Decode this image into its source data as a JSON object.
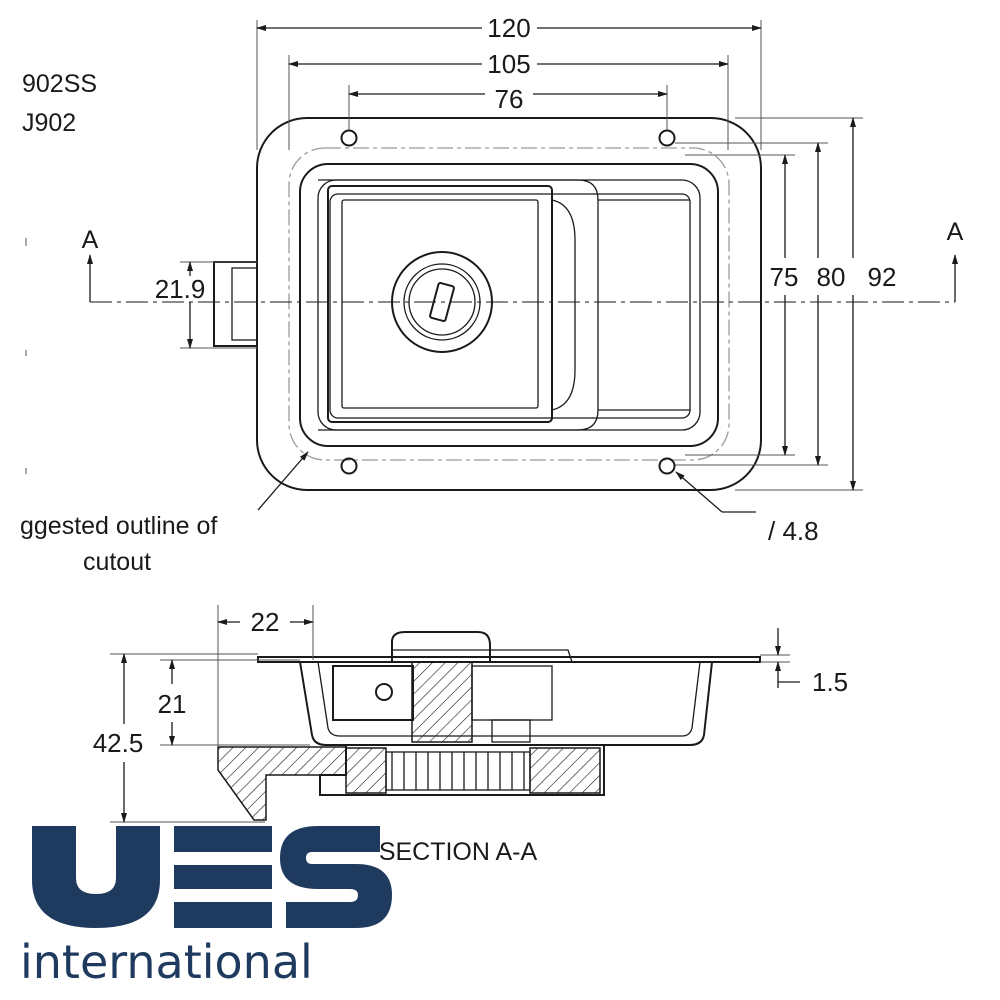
{
  "part_numbers": [
    "902SS",
    "J902"
  ],
  "dimensions": {
    "overall_width": "120",
    "hole_spacing_outer": "105",
    "hole_spacing_inner": "76",
    "height_75": "75",
    "height_80": "80",
    "height_92": "92",
    "handle_offset": "21.9",
    "hole_diameter": "/ 4.8",
    "section_offset": "22",
    "section_depth_21": "21",
    "section_depth_total": "42.5",
    "flange_thickness": "1.5"
  },
  "section_markers": {
    "left": "A",
    "right": "A"
  },
  "notes": {
    "cutout_line1": "ggested outline of",
    "cutout_line2": "cutout"
  },
  "section_title": "SECTION A-A",
  "logo": {
    "letters": "UES",
    "tagline": "international",
    "color": "#1f3a5f"
  }
}
